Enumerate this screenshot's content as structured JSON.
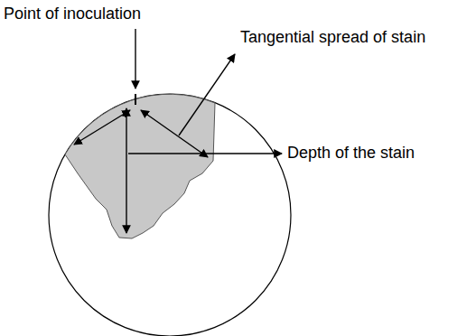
{
  "diagram": {
    "labels": [
      "Point of inoculation",
      "Tangential spread of stain",
      "Depth of the stain"
    ]
  }
}
